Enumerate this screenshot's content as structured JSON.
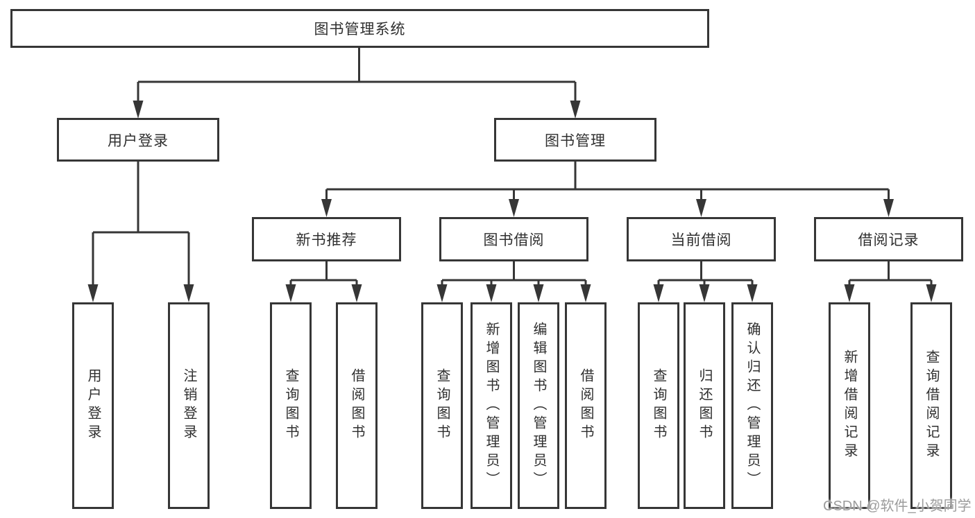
{
  "diagram_title": "图书管理系统",
  "tree": {
    "root": {
      "label": "图书管理系统"
    },
    "branches": [
      {
        "label": "用户登录",
        "children": [
          {
            "label": "用户登录"
          },
          {
            "label": "注销登录"
          }
        ]
      },
      {
        "label": "图书管理",
        "children": [
          {
            "label": "新书推荐",
            "children": [
              {
                "label": "查询图书"
              },
              {
                "label": "借阅图书"
              }
            ]
          },
          {
            "label": "图书借阅",
            "children": [
              {
                "label": "查询图书"
              },
              {
                "label": "新增图书（管理员）"
              },
              {
                "label": "编辑图书（管理员）"
              },
              {
                "label": "借阅图书"
              }
            ]
          },
          {
            "label": "当前借阅",
            "children": [
              {
                "label": "查询图书"
              },
              {
                "label": "归还图书"
              },
              {
                "label": "确认归还（管理员）"
              }
            ]
          },
          {
            "label": "借阅记录",
            "children": [
              {
                "label": "新增借阅记录"
              },
              {
                "label": "查询借阅记录"
              }
            ]
          }
        ]
      }
    ]
  },
  "watermark": {
    "text": "CSDN @软件_小贺同学",
    "color": "#9c9c9c"
  },
  "colors": {
    "line": "#363636",
    "box_border": "#363636",
    "text": "#2f2f2f",
    "background": "#ffffff"
  }
}
